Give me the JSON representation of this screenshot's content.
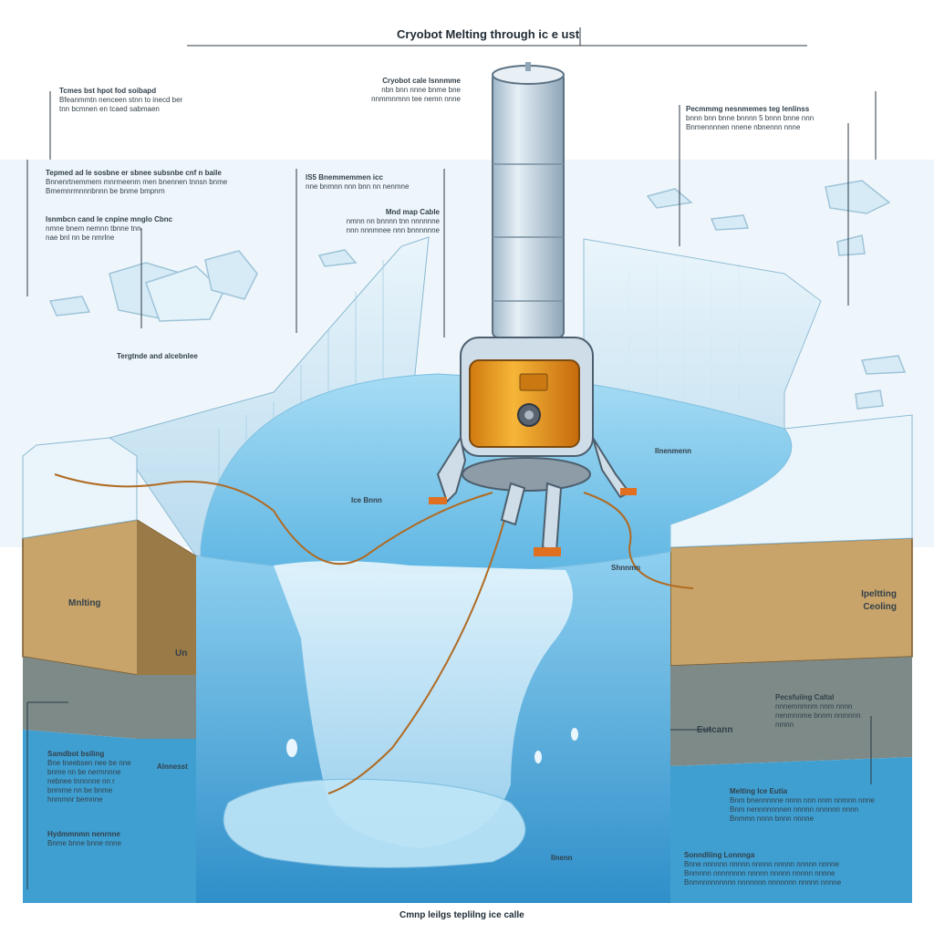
{
  "title": "Cryobot Melting through ic e ust",
  "caption": "Cmnp leilgs teplilng ice calle",
  "colors": {
    "ice_surface": "#eef6fb",
    "ice_wall": "#cfe6f3",
    "water": "#5fb6e3",
    "water_deep": "#2f8fc9",
    "regolith": "#c8a46a",
    "regolith_dark": "#9a7a46",
    "deep_layer": "#7d8a88",
    "cryobot_body": "#cfdde8",
    "cryobot_core": "#f0a020",
    "tether": "#b06a22"
  },
  "annotations": {
    "top_left": {
      "heading": "Tcmes bst hpot fod soibapd",
      "lines": [
        "Bfeanmmtn nenceen stnn to inecd ber",
        "tnn bcmnen en tcaed sabmaen"
      ]
    },
    "left_mid": {
      "heading": "Tepmed ad le sosbne er sbnee subsnbe cnf n baile",
      "lines": [
        "Bnnenrtnemmem mnrmeenm men bnennen tnnsn bnme",
        "Bmemnrmnnnbnnn be bnme bmpnrn"
      ]
    },
    "left_mid2": {
      "heading": "Isnmbcn cand le cnpine mnglo Cbnc",
      "lines": [
        "nmne bnem nemnn tbnne tnn",
        "nae bnl nn be nmrlne"
      ]
    },
    "left_ice": "Tergtnde and alcebnlee",
    "left_melting": "Mnlting",
    "left_un": "Un",
    "left_block": {
      "heading": "Samdbot bsiling",
      "lines": [
        "Bne tneebsen nee be nne",
        "bnme nn be nermnnne",
        "nebnee tnnnnne nn r",
        "bnmme nn be bnme",
        "hnmmnr bemnne"
      ]
    },
    "left_bottom": {
      "heading": "Hydmmnmn nenrnne",
      "lines": [
        "Bnme bnne bnne nnne"
      ]
    },
    "left_water": "Alnnesst",
    "center_top": {
      "heading": "Cryobot cale lsnnmme",
      "lines": [
        "nbn bnn nnne bnme bne",
        "nnmmnmnn tee nemn nnne"
      ]
    },
    "center_mid": {
      "heading": "IS5 Bnemmemmen icc",
      "lines": [
        "nne bnmnn nnn bnn nn nenmne"
      ]
    },
    "center_mid2": {
      "heading": "Mnd map Cable",
      "lines": [
        "nmnn nn bnnnn tnn nnnnnne",
        "nnn nnnmnee nnn bnnnnnne"
      ]
    },
    "center_tether": "Ice Bnnn",
    "center_bottom": "Ilnenn",
    "right_top": {
      "heading": "Pecmmmg nesnmemes teg lenlinss",
      "lines": [
        "bnnn bnn bnne bnnnn 5 bnnn bnne nnn",
        "Bnmennnnen nnene nbnennn nnne"
      ]
    },
    "right_water_label": "Ilnenmenn",
    "right_shadow": "Shnnmn",
    "right_melting": "Ipeltting Ceoling",
    "right_block": {
      "heading": "Pecsfuiing Caltal",
      "lines": [
        "nnnemnmnm nnm nnnn",
        "nenmnnme bnnm nnmnnn nmnn"
      ]
    },
    "right_eutm": "Eutcann",
    "right_melt": {
      "heading": "Melting Ice Eutia",
      "lines": [
        "Bnm bnennnnne nnnn nnn nnm nnmnn nnne",
        "Bnm nennnnnnnen nnnnn nnnnnn nnnn",
        "Bnmmn nnnn bnnn nnnne"
      ]
    },
    "right_bottom": {
      "heading": "Sonndliing Lonnnga",
      "lines": [
        "Bnne nnnnnn nnnnn nnnnn nnnnn nnnnn nnnne",
        "Bnmnnn nnnnnnnn nnnnn nnnnn nnnnn nnnne",
        "Bnmnnnnnnnnn nnnnnnn nnnnnnn nnnnn nnnne"
      ]
    }
  }
}
